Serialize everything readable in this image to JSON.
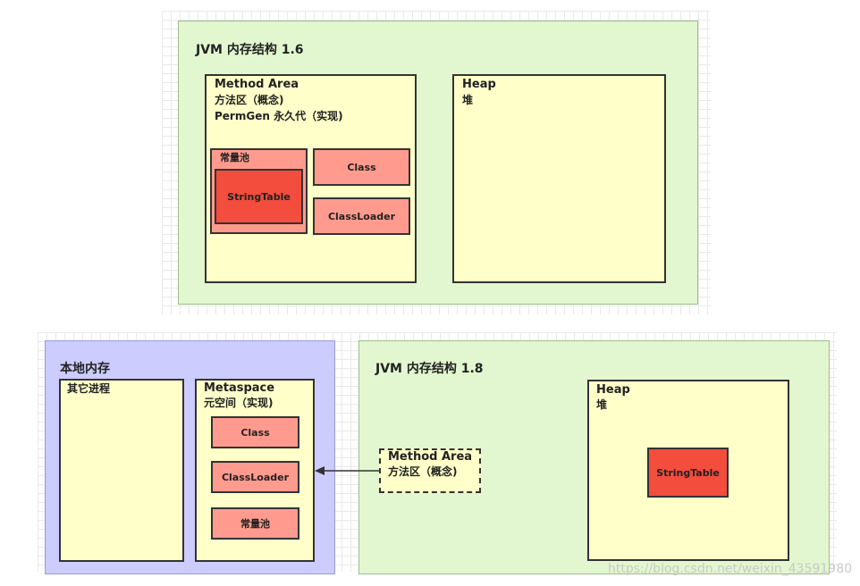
{
  "jvm16": {
    "title": "JVM 内存结构 1.6",
    "method_area": {
      "name": "Method Area",
      "line2": "方法区（概念)",
      "line3": "PermGen 永久代（实现)"
    },
    "constant_pool": "常量池",
    "string_table": "StringTable",
    "class": "Class",
    "class_loader": "ClassLoader",
    "heap": {
      "name": "Heap",
      "sub": "堆"
    }
  },
  "native": {
    "title": "本地内存",
    "other_processes": "其它进程",
    "metaspace": {
      "name": "Metaspace",
      "sub": "元空间（实现)"
    },
    "class": "Class",
    "class_loader": "ClassLoader",
    "constant_pool": "常量池"
  },
  "jvm18": {
    "title": "JVM 内存结构 1.8",
    "method_area": {
      "name": "Method Area",
      "sub": "方法区（概念)"
    },
    "heap": {
      "name": "Heap",
      "sub": "堆"
    },
    "string_table": "StringTable"
  },
  "watermark": "https://blog.csdn.net/weixin_43591980",
  "colors": {
    "panel_green": "#e2f7cf",
    "panel_purple": "#ccccff",
    "box_yellow": "#ffffc9",
    "box_red_light": "#ff9b8e",
    "box_red": "#f24d3d"
  }
}
